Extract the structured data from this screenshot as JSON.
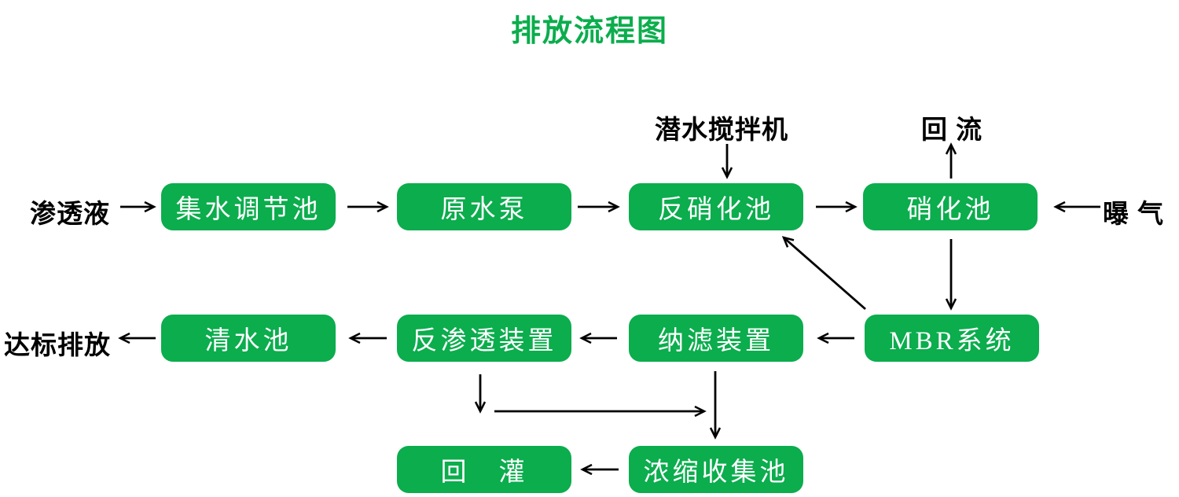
{
  "title": "排放流程图",
  "colors": {
    "node_fill": "#0BAD4D",
    "node_text": "#FFFFFF",
    "label_text": "#000000",
    "arrow": "#000000",
    "background": "#FFFFFF"
  },
  "nodes": [
    {
      "id": "collection-regulation-tank",
      "label": "集水调节池"
    },
    {
      "id": "raw-water-pump",
      "label": "原水泵"
    },
    {
      "id": "denitrification-tank",
      "label": "反硝化池"
    },
    {
      "id": "nitrification-tank",
      "label": "硝化池"
    },
    {
      "id": "clean-water-tank",
      "label": "清水池"
    },
    {
      "id": "reverse-osmosis-unit",
      "label": "反渗透装置"
    },
    {
      "id": "nanofiltration-unit",
      "label": "纳滤装置"
    },
    {
      "id": "mbr-system",
      "label": "MBR系统"
    },
    {
      "id": "reinjection",
      "label": "回　灌"
    },
    {
      "id": "concentrate-collection-tank",
      "label": "浓缩收集池"
    }
  ],
  "labels": [
    {
      "id": "leachate",
      "text": "渗透液"
    },
    {
      "id": "submersible-mixer",
      "text": "潜水搅拌机"
    },
    {
      "id": "reflux",
      "text": "回 流"
    },
    {
      "id": "aeration",
      "text": "曝 气"
    },
    {
      "id": "standard-discharge",
      "text": "达标排放"
    }
  ],
  "edges": [
    {
      "from": "渗透液",
      "to": "集水调节池"
    },
    {
      "from": "集水调节池",
      "to": "原水泵"
    },
    {
      "from": "原水泵",
      "to": "反硝化池"
    },
    {
      "from": "反硝化池",
      "to": "硝化池"
    },
    {
      "from": "曝 气",
      "to": "硝化池"
    },
    {
      "from": "潜水搅拌机",
      "to": "反硝化池"
    },
    {
      "from": "硝化池",
      "to": "回 流"
    },
    {
      "from": "硝化池",
      "to": "MBR系统"
    },
    {
      "from": "MBR系统",
      "to": "反硝化池"
    },
    {
      "from": "MBR系统",
      "to": "纳滤装置"
    },
    {
      "from": "纳滤装置",
      "to": "反渗透装置"
    },
    {
      "from": "反渗透装置",
      "to": "清水池"
    },
    {
      "from": "清水池",
      "to": "达标排放"
    },
    {
      "from": "反渗透装置",
      "to": "浓缩收集池"
    },
    {
      "from": "纳滤装置",
      "to": "浓缩收集池"
    },
    {
      "from": "浓缩收集池",
      "to": "回　灌"
    }
  ]
}
